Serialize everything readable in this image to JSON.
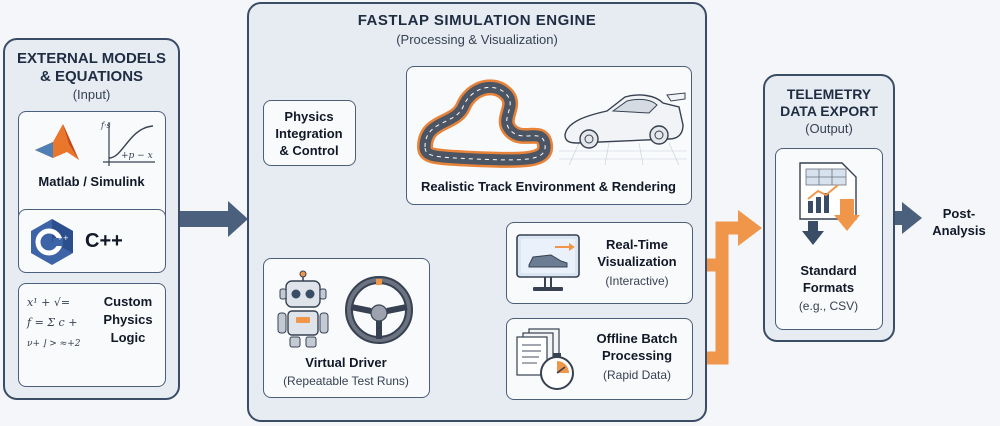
{
  "colors": {
    "panel_border": "#3a4d66",
    "panel_fill": "#e7ecf3",
    "card_fill": "#f8fafc",
    "arrow_blue": "#4a607c",
    "arrow_orange": "#f0964a"
  },
  "input": {
    "title_line1": "EXTERNAL MODELS",
    "title_line2": "& EQUATIONS",
    "subtitle": "(Input)",
    "items": [
      {
        "label": "Matlab / Simulink",
        "icon": "matlab-logo-icon"
      },
      {
        "label": "C++",
        "icon": "cpp-logo-icon"
      },
      {
        "label_line1": "Custom",
        "label_line2": "Physics",
        "label_line3": "Logic",
        "icon": "math-formula-icon"
      }
    ]
  },
  "engine": {
    "title": "FASTLAP SIMULATION ENGINE",
    "subtitle": "(Processing & Visualization)",
    "physics": {
      "line1": "Physics",
      "line2": "Integration",
      "line3": "& Control"
    },
    "track": {
      "label": "Realistic Track Environment & Rendering"
    },
    "driver": {
      "label": "Virtual Driver",
      "sub": "(Repeatable Test Runs)"
    },
    "realtime": {
      "line1": "Real-Time",
      "line2": "Visualization",
      "sub": "(Interactive)"
    },
    "offline": {
      "line1": "Offline Batch",
      "line2": "Processing",
      "sub": "(Rapid Data)"
    }
  },
  "export": {
    "title_line1": "TELEMETRY",
    "title_line2": "DATA EXPORT",
    "subtitle": "(Output)",
    "formats": {
      "line1": "Standard",
      "line2": "Formats",
      "sub": "(e.g., CSV)"
    }
  },
  "post": {
    "line1": "Post-",
    "line2": "Analysis"
  }
}
